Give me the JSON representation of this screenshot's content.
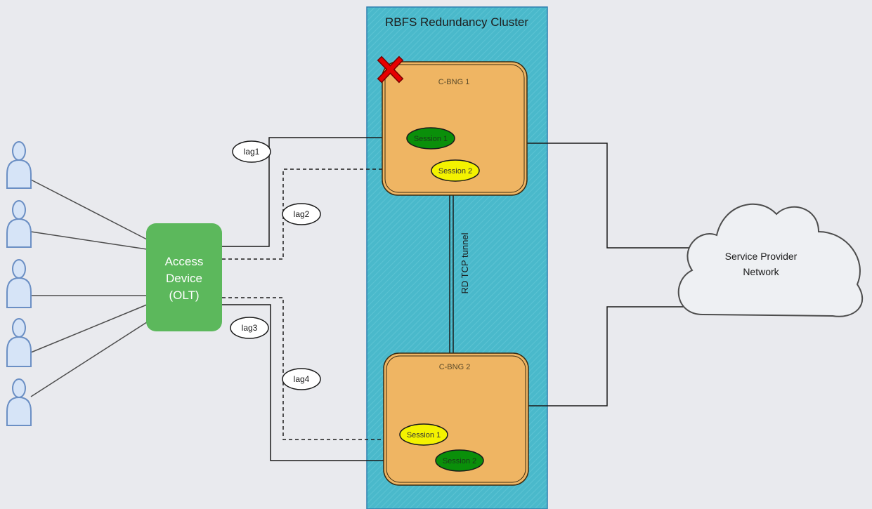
{
  "cluster": {
    "title": "RBFS Redundancy Cluster"
  },
  "access_device": {
    "line1": "Access",
    "line2": "Device",
    "line3": "(OLT)"
  },
  "cbng1": {
    "label": "C-BNG 1",
    "status_icon": "failure-x-icon",
    "sessions": [
      {
        "label": "Session 1",
        "state": "active"
      },
      {
        "label": "Session 2",
        "state": "standby"
      }
    ]
  },
  "cbng2": {
    "label": "C-BNG 2",
    "sessions": [
      {
        "label": "Session 1",
        "state": "standby"
      },
      {
        "label": "Session 2",
        "state": "active"
      }
    ]
  },
  "tunnel": {
    "label": "RD TCP tunnel"
  },
  "links": [
    {
      "label": "lag1",
      "style": "solid"
    },
    {
      "label": "lag2",
      "style": "dashed"
    },
    {
      "label": "lag3",
      "style": "solid"
    },
    {
      "label": "lag4",
      "style": "dashed"
    }
  ],
  "cloud": {
    "line1": "Service Provider",
    "line2": "Network"
  },
  "subscriber_icon": "user-icon",
  "colors": {
    "page_bg": "#e9eaee",
    "cluster_fill": "#4ab9cb",
    "cluster_border": "#2f7fb0",
    "node_fill": "#efb563",
    "node_border": "#3b2d12",
    "olt_fill": "#5cb85c",
    "active_session": "#0a8f0a",
    "standby_session": "#f4f200",
    "user_fill": "#d6e4f7",
    "user_stroke": "#6b8fc4",
    "failure": "#e60000"
  }
}
